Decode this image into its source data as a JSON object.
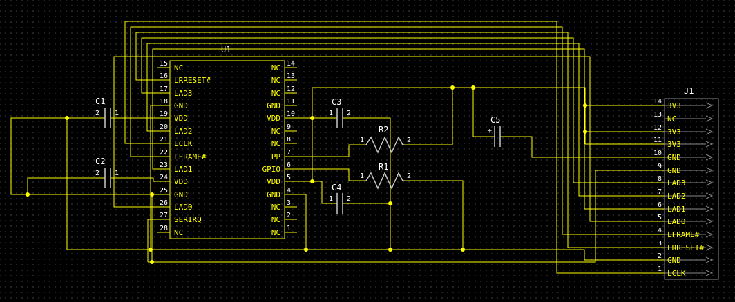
{
  "canvas": {
    "bg": "#000000",
    "grid_dot_color": "#2e2e2e",
    "wire_color": "#ffff00",
    "symbol_color": "#c8c8c8",
    "number_color": "#ffffff",
    "pin_name_color": "#ffff00"
  },
  "u1": {
    "refdes": "U1",
    "left_pins": [
      {
        "num": "15",
        "name": "NC"
      },
      {
        "num": "16",
        "name": "LRRESET#"
      },
      {
        "num": "17",
        "name": "LAD3"
      },
      {
        "num": "18",
        "name": "GND"
      },
      {
        "num": "19",
        "name": "VDD"
      },
      {
        "num": "20",
        "name": "LAD2"
      },
      {
        "num": "21",
        "name": "LCLK"
      },
      {
        "num": "22",
        "name": "LFRAME#"
      },
      {
        "num": "23",
        "name": "LAD1"
      },
      {
        "num": "24",
        "name": "VDD"
      },
      {
        "num": "25",
        "name": "GND"
      },
      {
        "num": "26",
        "name": "LAD0"
      },
      {
        "num": "27",
        "name": "SERIRQ"
      },
      {
        "num": "28",
        "name": "NC"
      }
    ],
    "right_pins": [
      {
        "num": "14",
        "name": "NC"
      },
      {
        "num": "13",
        "name": "NC"
      },
      {
        "num": "12",
        "name": "NC"
      },
      {
        "num": "11",
        "name": "GND"
      },
      {
        "num": "10",
        "name": "VDD"
      },
      {
        "num": "9",
        "name": "NC"
      },
      {
        "num": "8",
        "name": "NC"
      },
      {
        "num": "7",
        "name": "PP"
      },
      {
        "num": "6",
        "name": "GPIO"
      },
      {
        "num": "5",
        "name": "VDD"
      },
      {
        "num": "4",
        "name": "GND"
      },
      {
        "num": "3",
        "name": "NC"
      },
      {
        "num": "2",
        "name": "NC"
      },
      {
        "num": "1",
        "name": "NC"
      }
    ]
  },
  "capacitors": [
    {
      "refdes": "C1",
      "left_pin": "2",
      "right_pin": "1"
    },
    {
      "refdes": "C2",
      "left_pin": "2",
      "right_pin": "1"
    },
    {
      "refdes": "C3",
      "left_pin": "1",
      "right_pin": "2"
    },
    {
      "refdes": "C4",
      "left_pin": "1",
      "right_pin": "2"
    },
    {
      "refdes": "C5",
      "polarity": "+"
    }
  ],
  "resistors": [
    {
      "refdes": "R2",
      "left_pin": "1",
      "right_pin": "2"
    },
    {
      "refdes": "R1",
      "left_pin": "1",
      "right_pin": "2"
    }
  ],
  "j1": {
    "refdes": "J1",
    "pins": [
      {
        "num": "14",
        "name": "3V3"
      },
      {
        "num": "13",
        "name": "NC"
      },
      {
        "num": "12",
        "name": "3V3"
      },
      {
        "num": "11",
        "name": "3V3"
      },
      {
        "num": "10",
        "name": "GND"
      },
      {
        "num": "9",
        "name": "GND"
      },
      {
        "num": "8",
        "name": "LAD3"
      },
      {
        "num": "7",
        "name": "LAD2"
      },
      {
        "num": "6",
        "name": "LAD1"
      },
      {
        "num": "5",
        "name": "LAD0"
      },
      {
        "num": "4",
        "name": "LFRAME#"
      },
      {
        "num": "3",
        "name": "LRRESET#"
      },
      {
        "num": "2",
        "name": "GND"
      },
      {
        "num": "1",
        "name": "LCLK"
      }
    ]
  }
}
